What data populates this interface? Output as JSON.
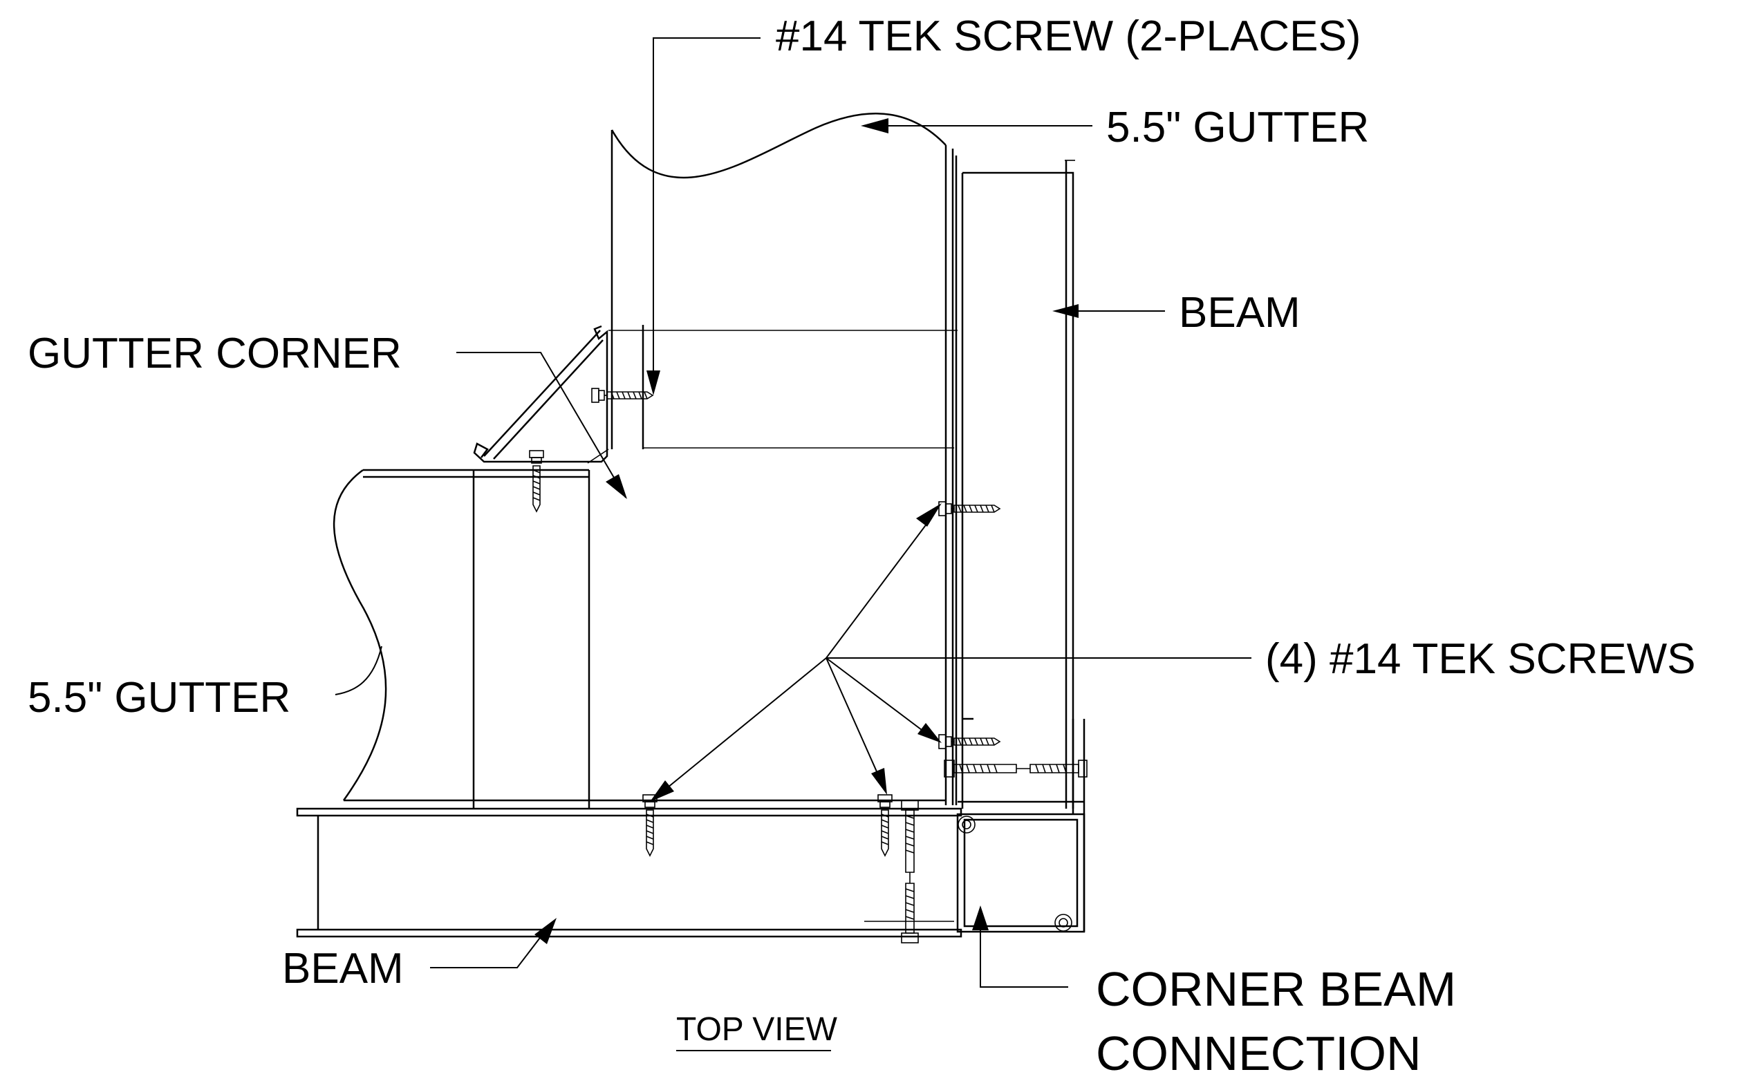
{
  "labels": {
    "tek_screw_2places": "#14 TEK SCREW (2-PLACES)",
    "gutter_top": "5.5\" GUTTER",
    "beam_right": "BEAM",
    "gutter_corner": "GUTTER CORNER",
    "tek_screws_4": "(4) #14 TEK SCREWS",
    "gutter_left": "5.5\" GUTTER",
    "beam_bottom": "BEAM",
    "corner_beam_line1": "CORNER BEAM",
    "corner_beam_line2": "CONNECTION",
    "view_title": "TOP VIEW"
  },
  "icons": {
    "screw": "hex-head-tek-screw-icon",
    "bolt": "hex-bolt-icon",
    "arrowhead": "leader-arrowhead-icon"
  }
}
